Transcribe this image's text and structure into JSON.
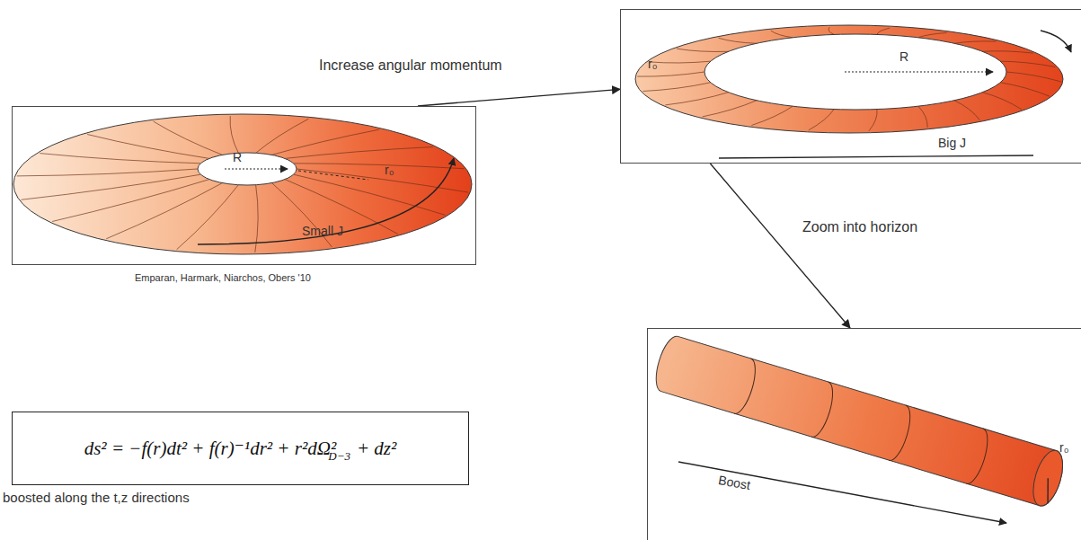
{
  "diagram": {
    "nodes": [
      {
        "text": [
          "R",
          "r₀",
          "Small J"
        ]
      },
      {
        "text": [
          "r₀",
          "R",
          "Big J"
        ]
      },
      {
        "text": [
          "Boost",
          "r₀"
        ]
      },
      {
        "text": [
          "ds² = −f(r)dt² + f(r)⁻¹dr² + r²dΩ²",
          "D−3",
          "+ dz²"
        ]
      }
    ],
    "edges": [
      {
        "from": 0,
        "to": 1,
        "arrow": "to",
        "label": "Increase angular momentum"
      },
      {
        "from": 1,
        "to": 2,
        "arrow": "to",
        "label": "Zoom into horizon"
      }
    ],
    "labels": [
      "Emparan, Harmark, Niarchos, Obers '10",
      "boosted along the t,z directions"
    ]
  }
}
